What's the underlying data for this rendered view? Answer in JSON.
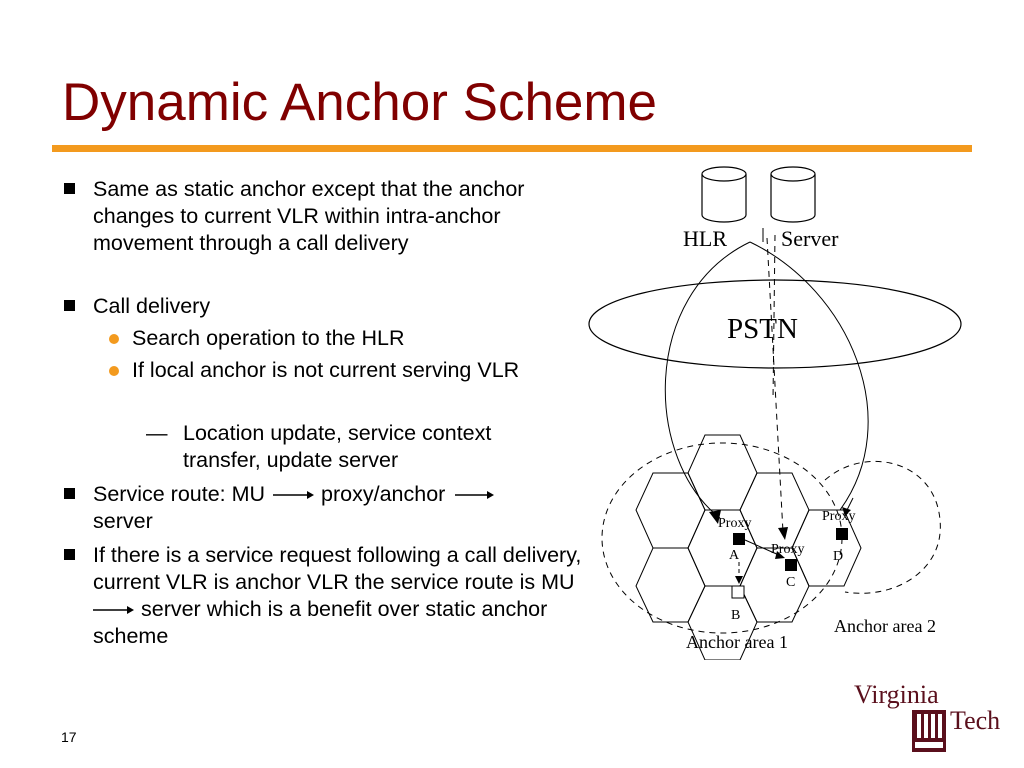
{
  "slide": {
    "title": "Dynamic Anchor Scheme",
    "page_number": "17"
  },
  "bullets": [
    {
      "text": "Same as static anchor except that the anchor changes to current VLR within intra-anchor movement through a call delivery"
    },
    {
      "text": "Call delivery",
      "sub": [
        {
          "text": "Search operation to the HLR"
        },
        {
          "text": "If local anchor is not current serving VLR",
          "sub": [
            {
              "text": "Location update, service context transfer, update server"
            }
          ]
        }
      ]
    },
    {
      "text_parts": [
        "Service route: MU",
        "proxy/anchor",
        "server"
      ]
    },
    {
      "text_parts": [
        "If there is a service request following a call delivery, current VLR is anchor VLR the service route is MU",
        "server which is a benefit over static anchor scheme"
      ]
    }
  ],
  "diagram": {
    "hlr_label": "HLR",
    "server_label": "Server",
    "pstn_label": "PSTN",
    "proxy_a_label": "Proxy",
    "cell_a_label": "A",
    "proxy_c_label": "Proxy",
    "cell_c_label": "C",
    "proxy_d_label": "Proxy",
    "cell_d_label": "D",
    "cell_b_label": "B",
    "anchor_area_1": "Anchor area 1",
    "anchor_area_2": "Anchor area 2"
  },
  "logo": {
    "line1": "Virginia",
    "line2": "Tech"
  },
  "colors": {
    "title": "#800000",
    "rule": "#F39A1E",
    "sub_bullet": "#F39A1E",
    "logo": "#5a0f1c"
  }
}
